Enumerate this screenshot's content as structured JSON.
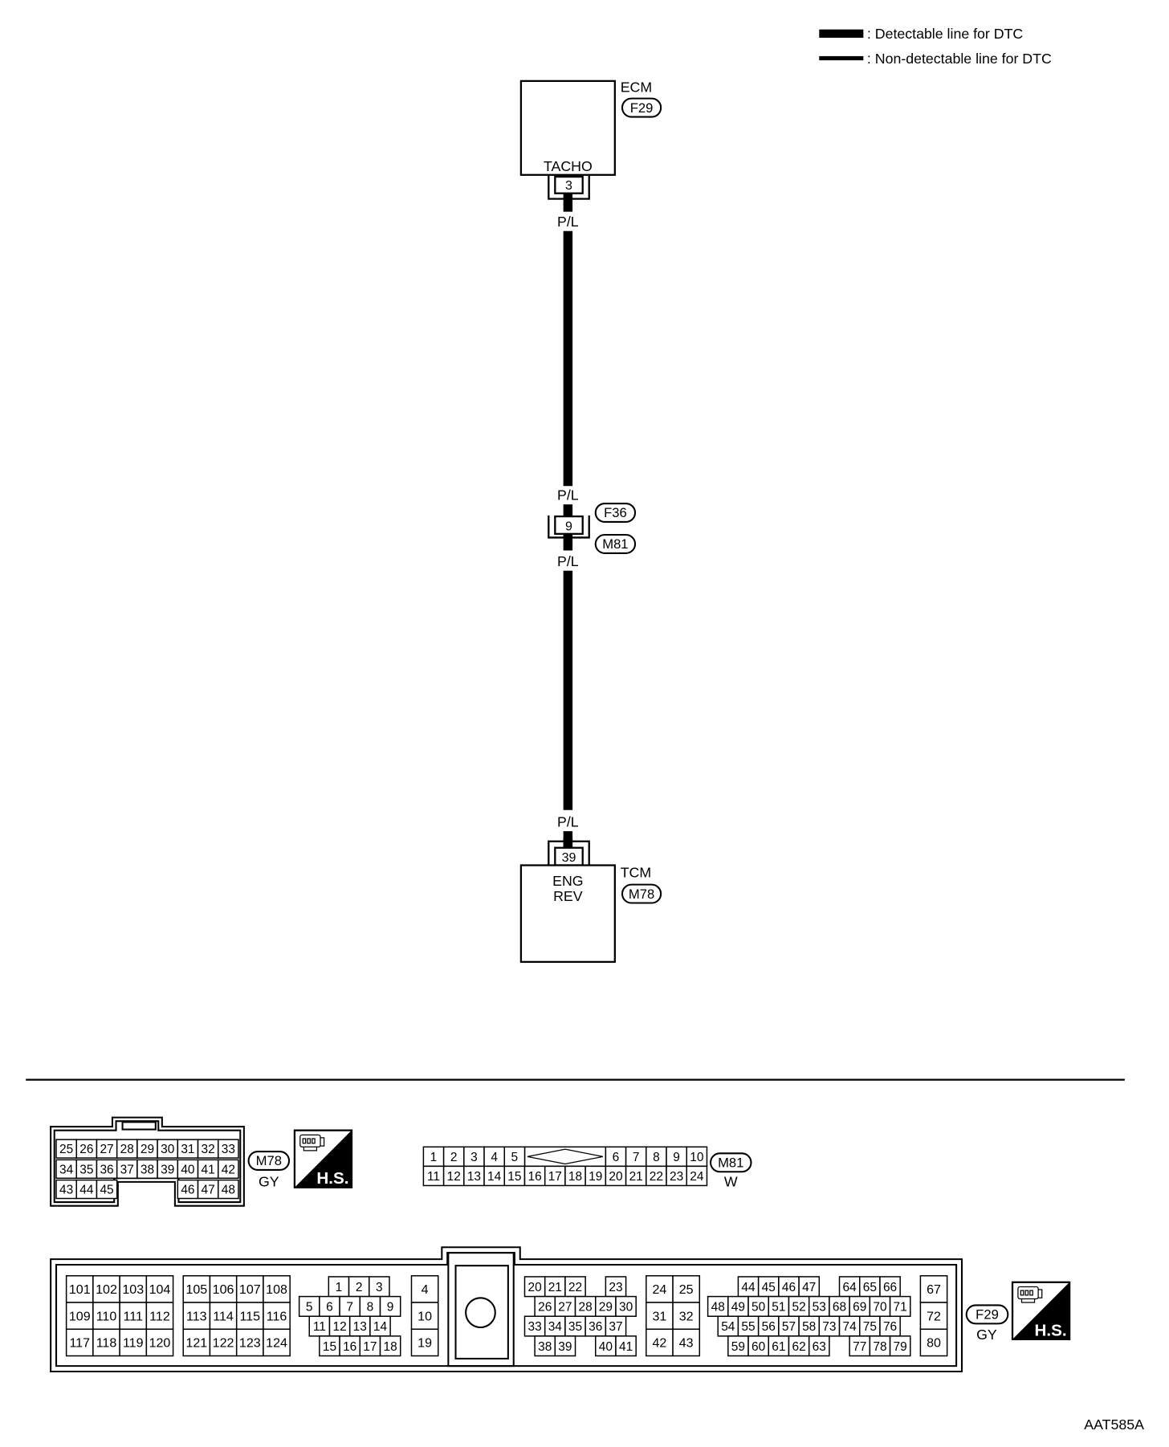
{
  "legend": {
    "detectable": ": Detectable line for DTC",
    "non_detectable": ": Non-detectable line for DTC"
  },
  "ecm": {
    "name": "ECM",
    "connector": "F29",
    "terminal_label": "TACHO",
    "terminal": "3"
  },
  "wire_labels": [
    "P/L",
    "P/L",
    "P/L",
    "P/L"
  ],
  "joint_connector": {
    "terminal": "9",
    "connector_a": "F36",
    "connector_b": "M81"
  },
  "tcm": {
    "name": "TCM",
    "connector": "M78",
    "terminal": "39",
    "terminal_label": [
      "ENG",
      "REV"
    ]
  },
  "connectors": {
    "m78": {
      "id": "M78",
      "color": "GY",
      "hs": "H.S.",
      "rows": [
        [
          "25",
          "26",
          "27",
          "28",
          "29",
          "30",
          "31",
          "32",
          "33"
        ],
        [
          "34",
          "35",
          "36",
          "37",
          "38",
          "39",
          "40",
          "41",
          "42"
        ],
        [
          "43",
          "44",
          "45",
          "",
          "",
          "",
          "46",
          "47",
          "48"
        ]
      ]
    },
    "m81": {
      "id": "M81",
      "color": "W",
      "rows": [
        [
          "1",
          "2",
          "3",
          "4",
          "5",
          "",
          "",
          "",
          "",
          "6",
          "7",
          "8",
          "9",
          "10"
        ],
        [
          "11",
          "12",
          "13",
          "14",
          "15",
          "16",
          "17",
          "18",
          "19",
          "20",
          "21",
          "22",
          "23",
          "24"
        ]
      ]
    },
    "f29": {
      "id": "F29",
      "color": "GY",
      "hs": "H.S.",
      "blocks": {
        "block_a": [
          [
            "101",
            "102",
            "103",
            "104"
          ],
          [
            "109",
            "110",
            "111",
            "112"
          ],
          [
            "117",
            "118",
            "119",
            "120"
          ]
        ],
        "block_b": [
          [
            "105",
            "106",
            "107",
            "108"
          ],
          [
            "113",
            "114",
            "115",
            "116"
          ],
          [
            "121",
            "122",
            "123",
            "124"
          ]
        ],
        "block_c": [
          [
            "1",
            "2",
            "3"
          ],
          [
            "5",
            "6",
            "7",
            "8",
            "9"
          ],
          [
            "11",
            "12",
            "13",
            "14"
          ],
          [
            "15",
            "16",
            "17",
            "18"
          ]
        ],
        "block_d": [
          [
            "4"
          ],
          [
            "10"
          ],
          [
            "19"
          ]
        ],
        "block_e": [
          [
            "20",
            "21",
            "22",
            "",
            "23"
          ],
          [
            "26",
            "27",
            "28",
            "29",
            "30"
          ],
          [
            "33",
            "34",
            "35",
            "36",
            "37"
          ],
          [
            "38",
            "39",
            "",
            "40",
            "41"
          ]
        ],
        "block_f": [
          [
            "24",
            "25"
          ],
          [
            "31",
            "32"
          ],
          [
            "42",
            "43"
          ]
        ],
        "block_g": [
          [
            "44",
            "45",
            "46",
            "47",
            "",
            "64",
            "65",
            "66"
          ],
          [
            "48",
            "49",
            "50",
            "51",
            "52",
            "53",
            "68",
            "69",
            "70",
            "71"
          ],
          [
            "54",
            "55",
            "56",
            "57",
            "58",
            "73",
            "74",
            "75",
            "76"
          ],
          [
            "59",
            "60",
            "61",
            "62",
            "63",
            "",
            "77",
            "78",
            "79"
          ]
        ],
        "block_h": [
          [
            "67"
          ],
          [
            "72"
          ],
          [
            "80"
          ]
        ]
      }
    }
  },
  "figure_id": "AAT585A",
  "icons": {
    "harness_side": "connector-clip-icon"
  },
  "colors": {
    "line": "#000000",
    "background": "#ffffff"
  }
}
